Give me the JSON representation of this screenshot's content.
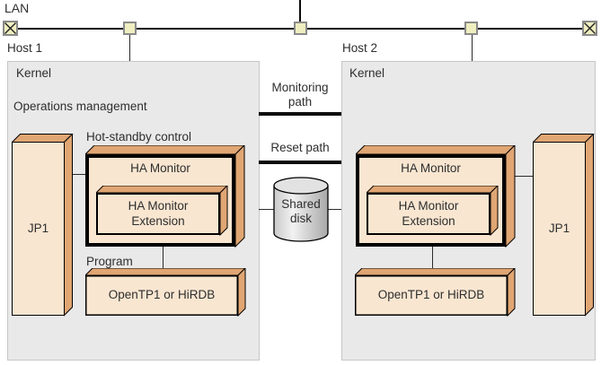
{
  "diagram": {
    "lan_label": "LAN",
    "monitoring_path": "Monitoring path",
    "reset_path": "Reset path",
    "shared_disk": "Shared disk",
    "host1": {
      "title": "Host 1",
      "kernel": "Kernel",
      "operations_management": "Operations management",
      "hot_standby_control": "Hot-standby control",
      "program": "Program",
      "jp1": "JP1",
      "ha_monitor": "HA Monitor",
      "ha_monitor_extension": "HA Monitor Extension",
      "middleware": "OpenTP1 or HiRDB"
    },
    "host2": {
      "title": "Host 2",
      "kernel": "Kernel",
      "jp1": "JP1",
      "ha_monitor": "HA Monitor",
      "ha_monitor_extension": "HA Monitor Extension",
      "middleware": "OpenTP1 or HiRDB"
    },
    "colors": {
      "box_front": "#f9e6d1",
      "box_edge": "#e0a673",
      "kernel_bg": "#e9e9e9",
      "kernel_border": "#c6c6c6",
      "node_fill": "#efeec0",
      "node_border": "#8a8a8a",
      "path_line": "#0b0b0b"
    }
  }
}
